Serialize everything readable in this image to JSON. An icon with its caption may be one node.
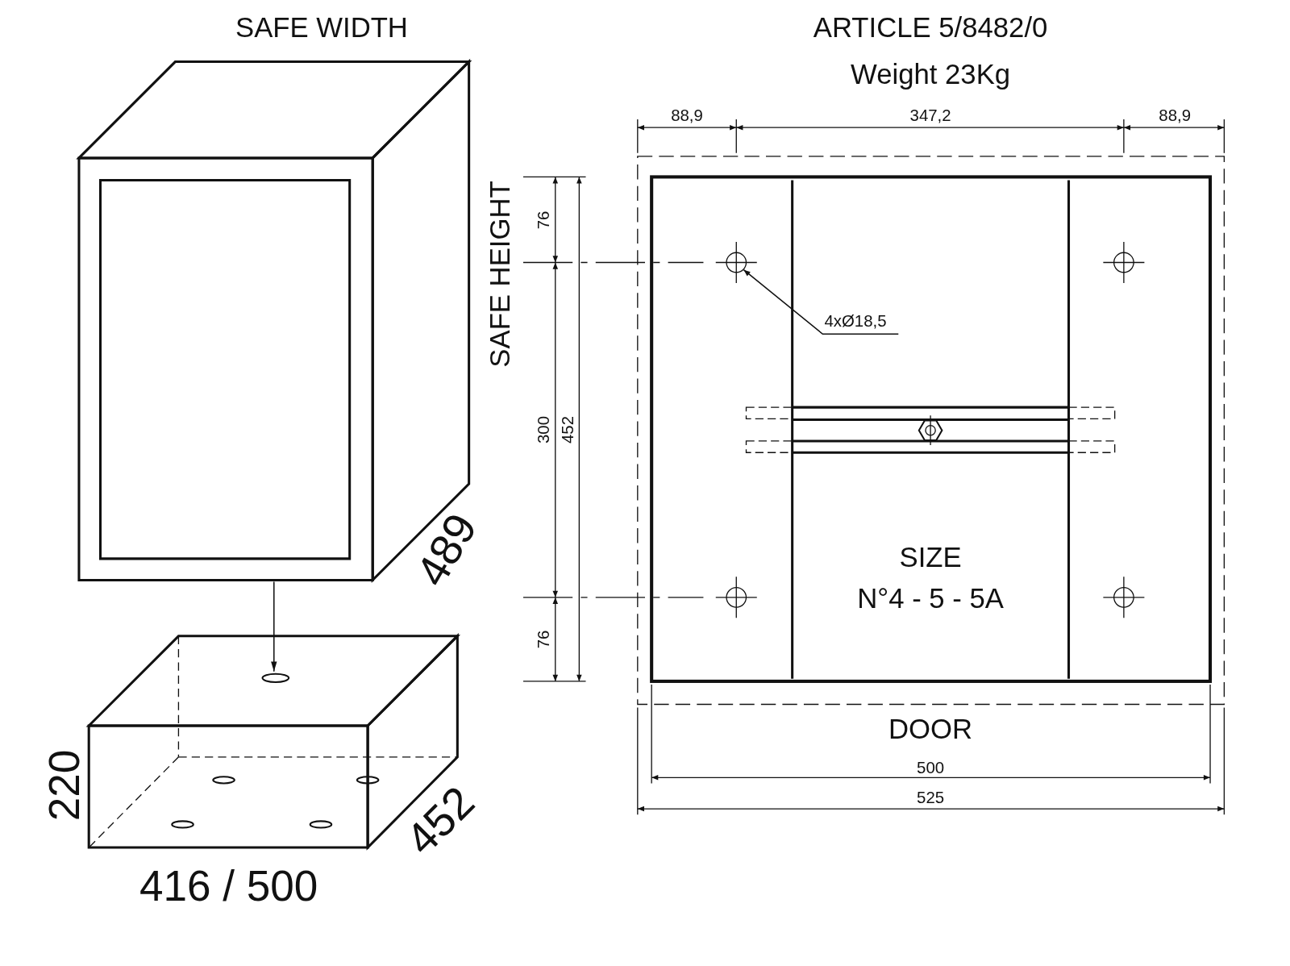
{
  "diagram": {
    "nodes": [
      {
        "text": [],
        "shape": "picture"
      },
      {
        "text": [],
        "shape": "picture"
      },
      {
        "text": [
          "4xØ18,5"
        ]
      },
      {
        "text": [],
        "shape": "circle"
      }
    ],
    "edges": [
      {
        "from": 0,
        "to": 1,
        "arrow": "to"
      },
      {
        "from": 2,
        "to": 3,
        "arrow": "to"
      }
    ],
    "labels": [
      "SAFE WIDTH",
      "ARTICLE 5/8482/0",
      "Weight 23Kg",
      "88,9",
      "347,2",
      "88,9",
      "SAFE HEIGHT",
      "76",
      "300",
      "452",
      "489",
      "SIZE",
      "N°4 - 5 - 5A",
      "76",
      "DOOR",
      "500",
      "220",
      "452",
      "525",
      "416 / 500"
    ]
  }
}
